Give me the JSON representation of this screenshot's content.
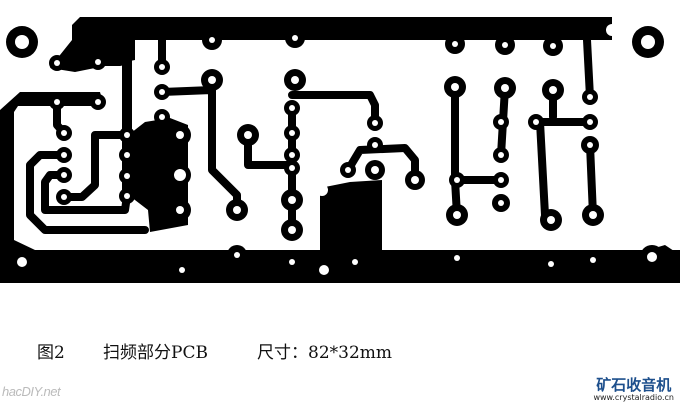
{
  "caption": {
    "figure_label": "图2",
    "title": "扫频部分PCB",
    "size": "尺寸：82*32mm"
  },
  "watermarks": {
    "left": "hacDIY.net",
    "right_name": "矿石收音机",
    "right_url": "www.crystalradio.cn"
  },
  "colors": {
    "copper": "#000000",
    "board": "#ffffff",
    "brand": "#1d4f8c"
  }
}
